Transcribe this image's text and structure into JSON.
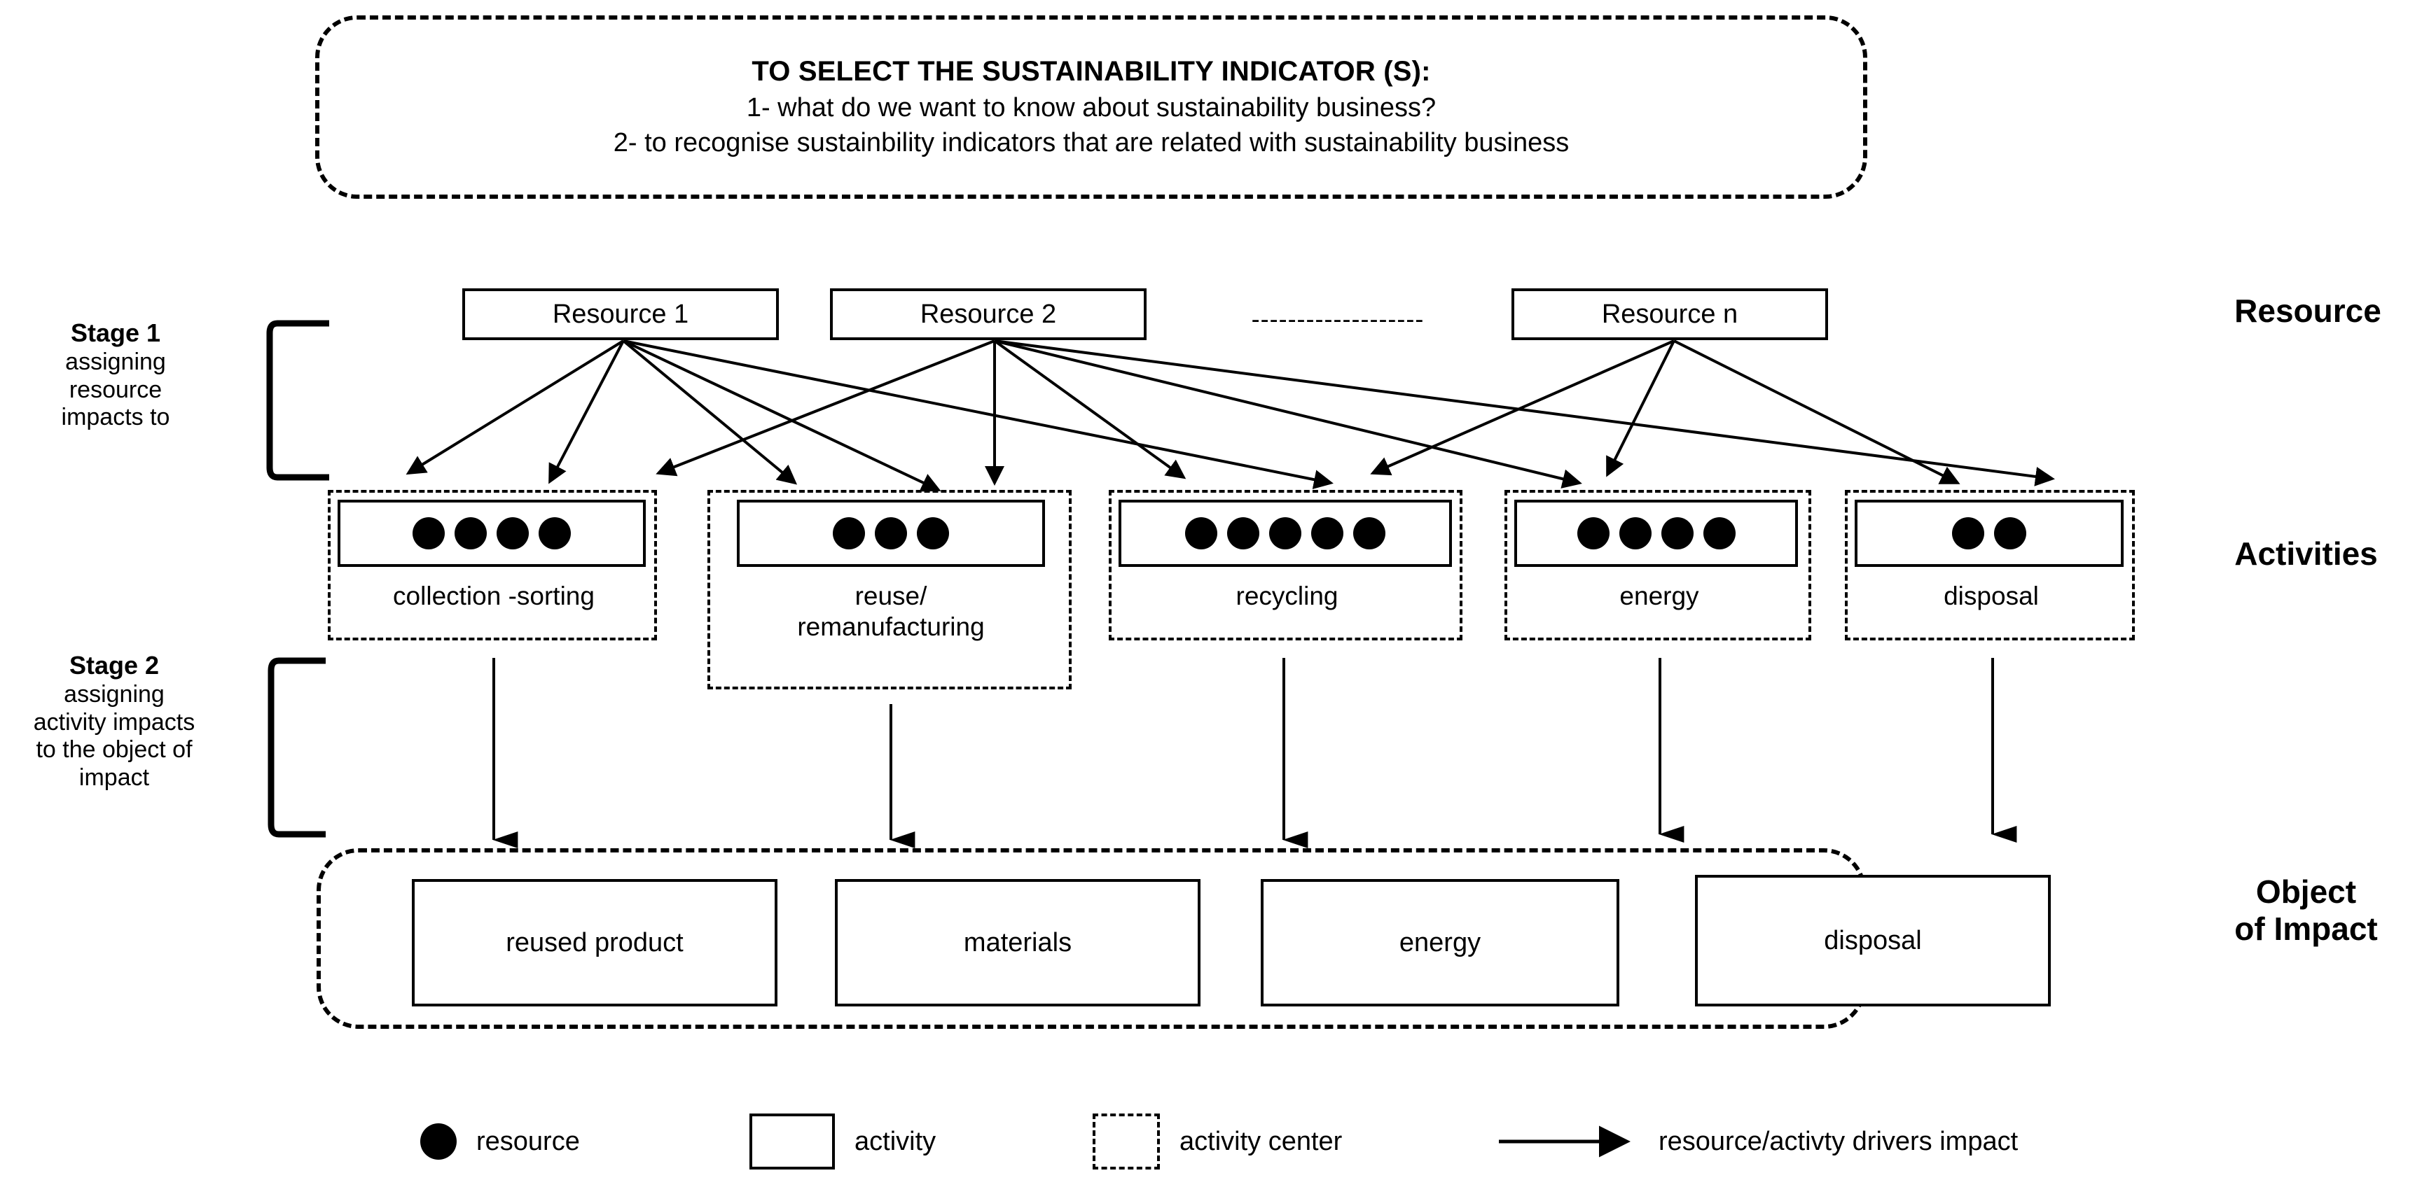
{
  "header": {
    "title": "TO SELECT THE SUSTAINABILITY INDICATOR (S):",
    "line1": "1- what do we want to know about sustainability business?",
    "line2": "2- to recognise sustainbility indicators that are related with sustainability business"
  },
  "stages": [
    {
      "title": "Stage 1",
      "desc_line1": "assigning",
      "desc_line2": "resource",
      "desc_line3": "impacts to"
    },
    {
      "title": "Stage 2",
      "desc_line1": "assigning",
      "desc_line2": "activity impacts",
      "desc_line3": "to the object of",
      "desc_line4": "impact"
    }
  ],
  "row_captions": {
    "resource": "Resource",
    "activities": "Activities",
    "object_line1": "Object",
    "object_line2": "of Impact"
  },
  "resources": [
    {
      "label": "Resource 1"
    },
    {
      "label": "Resource 2"
    },
    {
      "label": "Resource n"
    }
  ],
  "resource_ellipsis": "-------------------",
  "activities": [
    {
      "label": "collection -sorting",
      "label2": "",
      "resource_count": 4
    },
    {
      "label": "reuse/",
      "label2": "remanufacturing",
      "resource_count": 3
    },
    {
      "label": "recycling",
      "label2": "",
      "resource_count": 5
    },
    {
      "label": "energy",
      "label2": "",
      "resource_count": 4
    },
    {
      "label": "disposal",
      "label2": "",
      "resource_count": 2
    }
  ],
  "objects_of_impact": [
    {
      "label": "reused product"
    },
    {
      "label": "materials"
    },
    {
      "label": "energy"
    },
    {
      "label": "disposal"
    }
  ],
  "legend": [
    {
      "icon": "filled-circle-icon",
      "label": "resource"
    },
    {
      "icon": "solid-rectangle-icon",
      "label": "activity"
    },
    {
      "icon": "dashdot-rectangle-icon",
      "label": "activity center"
    },
    {
      "icon": "arrow-right-icon",
      "label": "resource/activty drivers impact"
    }
  ],
  "colors": {
    "stroke": "#000000",
    "background": "#ffffff"
  }
}
